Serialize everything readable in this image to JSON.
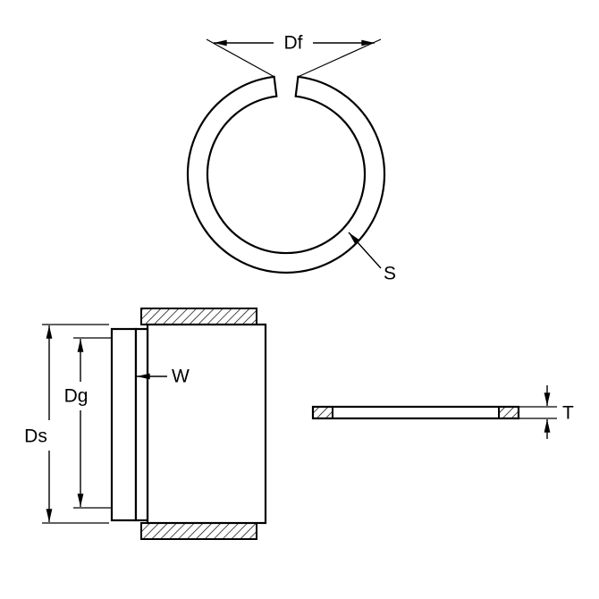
{
  "labels": {
    "df": "Df",
    "s": "S",
    "dg": "Dg",
    "ds": "Ds",
    "w": "W",
    "t": "T"
  },
  "colors": {
    "line": "#000000",
    "background": "#ffffff"
  }
}
